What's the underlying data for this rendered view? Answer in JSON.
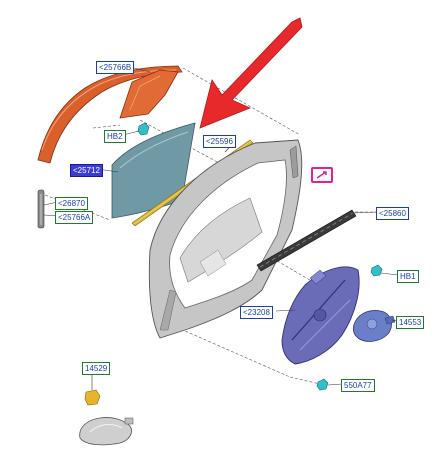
{
  "colors": {
    "arrow": "#e8292b",
    "label_border_blue": "#1a3fa6",
    "label_border_green": "#1f7a2a",
    "label_highlight_bg": "#3b3bd6",
    "seal": "#d9602b",
    "glass": "#6f9aa5",
    "door_frame": "#b9b9b9",
    "regulator": "#6b6cb8",
    "weatherstrip": "#3a3a3a",
    "run_channel": "#d8b63a",
    "clip": "#32bfc6",
    "bracket": "#e6b52a",
    "icon_box": "#e0219a"
  },
  "labels": {
    "p25766b": "25766B",
    "hb2": "HB2",
    "p25712": "25712",
    "p25596": "25596",
    "p26870": "26870",
    "p25766a": "25766A",
    "p25860": "25860",
    "hb1": "HB1",
    "p23208": "23208",
    "p14553": "14553",
    "p550a77": "550A77",
    "p14529": "14529"
  },
  "icons": {
    "callout": "callout-arrow-icon",
    "detail_view": "detail-view-icon"
  }
}
